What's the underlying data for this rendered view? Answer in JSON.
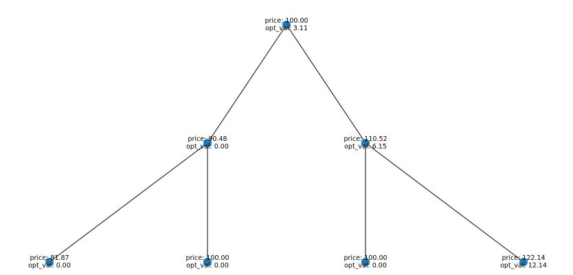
{
  "tree": {
    "node_color": "#1f77b4",
    "edge_color": "#000000",
    "nodes": [
      {
        "id": "root",
        "price": "price: 100.00",
        "opt_val": "opt_val: 3.11"
      },
      {
        "id": "down",
        "price": "price: 90.48",
        "opt_val": "opt_val: 0.00"
      },
      {
        "id": "up",
        "price": "price: 110.52",
        "opt_val": "opt_val: 6.15"
      },
      {
        "id": "down-down",
        "price": "price: 81.87",
        "opt_val": "opt_val: 0.00"
      },
      {
        "id": "down-mid",
        "price": "price: 100.00",
        "opt_val": "opt_val: 0.00"
      },
      {
        "id": "up-mid",
        "price": "price: 100.00",
        "opt_val": "opt_val: 0.00"
      },
      {
        "id": "up-up",
        "price": "price: 122.14",
        "opt_val": "opt_val: 12.14"
      }
    ],
    "edges": [
      [
        "root",
        "down"
      ],
      [
        "root",
        "up"
      ],
      [
        "down",
        "down-down"
      ],
      [
        "down",
        "down-mid"
      ],
      [
        "up",
        "up-mid"
      ],
      [
        "up",
        "up-up"
      ]
    ]
  }
}
